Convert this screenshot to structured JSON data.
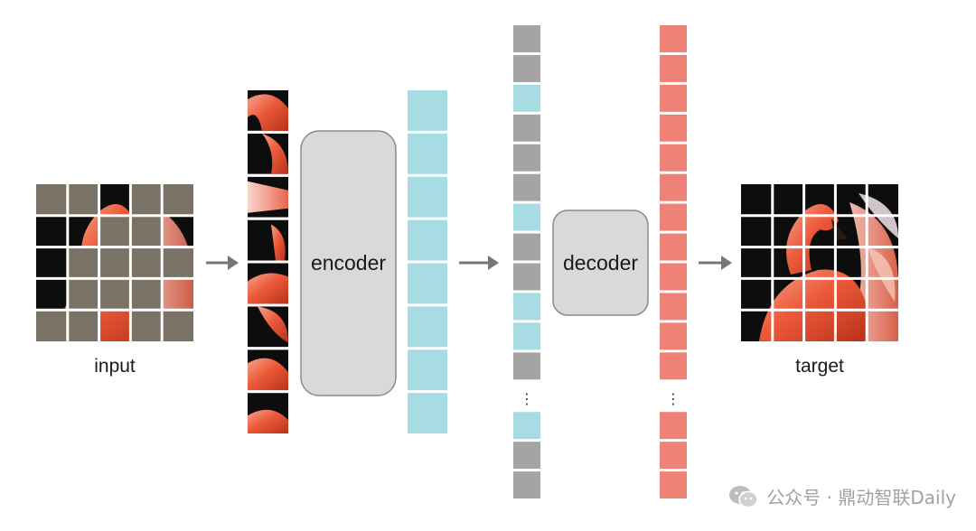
{
  "labels": {
    "input": "input",
    "encoder": "encoder",
    "decoder": "decoder",
    "target": "target"
  },
  "ellipsis": "⋮",
  "watermark": {
    "icon": "wechat-icon",
    "text": "公众号 · 鼎动智联Daily"
  },
  "colors": {
    "masked_patch": "#7a7264",
    "encoded_token": "#a8dce3",
    "mask_token": "#a4a4a4",
    "output_token": "#ee8276",
    "model_box": "#d9d9db",
    "arrow": "#777777"
  },
  "input_grid": {
    "rows": 5,
    "cols": 5,
    "visible": [
      [
        0,
        2
      ],
      [
        1,
        0
      ],
      [
        1,
        1
      ],
      [
        2,
        0
      ],
      [
        3,
        0
      ],
      [
        1,
        4
      ],
      [
        3,
        4
      ],
      [
        4,
        2
      ]
    ]
  },
  "patch_sequence_count": 8,
  "encoded_tokens_count": 8,
  "decoder_input_sequence": [
    "gray",
    "gray",
    "cyan",
    "gray",
    "gray",
    "gray",
    "cyan",
    "gray",
    "gray",
    "cyan",
    "cyan",
    "gray",
    "…",
    "cyan",
    "gray",
    "gray"
  ],
  "decoder_output_count": 16
}
